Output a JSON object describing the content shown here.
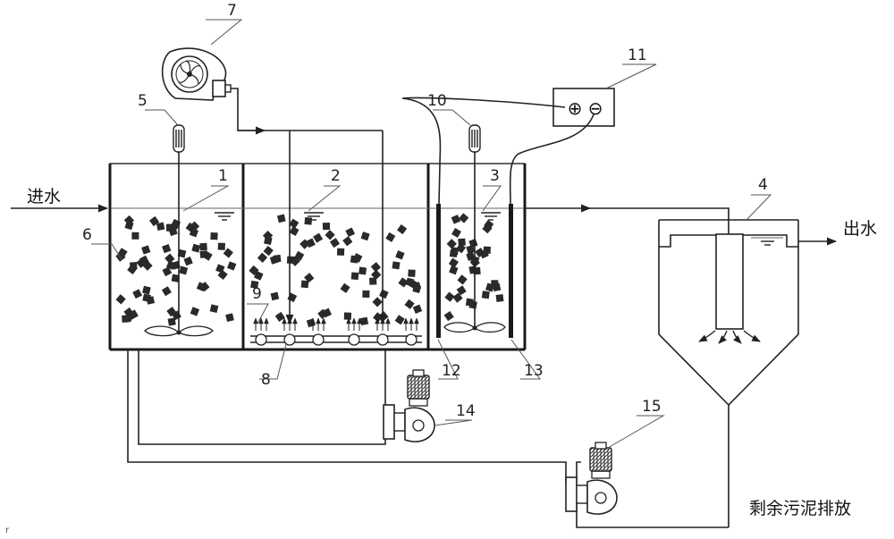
{
  "labels": {
    "inflow": "进水",
    "outflow": "出水",
    "sludge_discharge": "剩余污泥排放",
    "corner_mark": "r"
  },
  "parts": [
    {
      "id": "1",
      "label": "1"
    },
    {
      "id": "2",
      "label": "2"
    },
    {
      "id": "3",
      "label": "3"
    },
    {
      "id": "4",
      "label": "4"
    },
    {
      "id": "5",
      "label": "5"
    },
    {
      "id": "6",
      "label": "6"
    },
    {
      "id": "7",
      "label": "7"
    },
    {
      "id": "8",
      "label": "8"
    },
    {
      "id": "9",
      "label": "9"
    },
    {
      "id": "10",
      "label": "10"
    },
    {
      "id": "11",
      "label": "11"
    },
    {
      "id": "12",
      "label": "12"
    },
    {
      "id": "13",
      "label": "13"
    },
    {
      "id": "14",
      "label": "14"
    },
    {
      "id": "15",
      "label": "15"
    }
  ],
  "power_supply": {
    "plus": "⊕",
    "minus": "⊖"
  },
  "colors": {
    "line": "#222222",
    "carrier": "#2a2a2a",
    "background": "#ffffff"
  }
}
